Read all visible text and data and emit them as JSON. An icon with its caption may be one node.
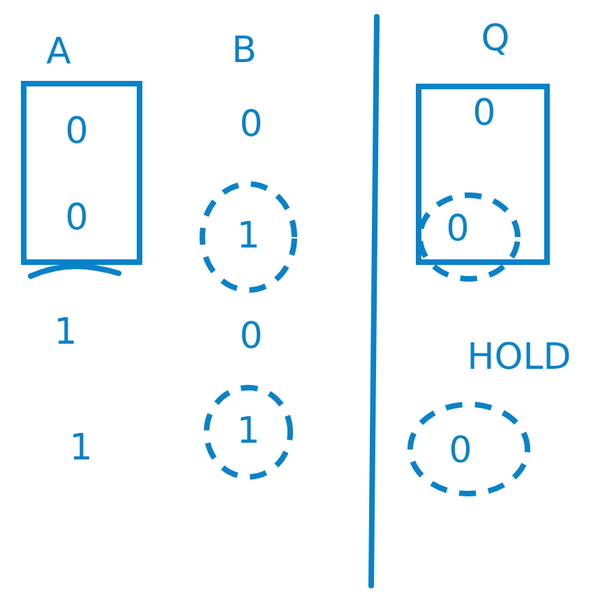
{
  "diagram": {
    "nodes": [
      {
        "text": [
          "A",
          "0",
          "0"
        ]
      },
      {
        "text": [
          "1"
        ]
      },
      {
        "text": [
          "1"
        ]
      },
      {
        "text": [
          "Q",
          "0"
        ]
      },
      {
        "text": [
          "0"
        ]
      },
      {
        "text": [
          "HOLD",
          "0"
        ]
      }
    ],
    "labels": [
      "B",
      "0",
      "1",
      "0",
      "1"
    ]
  }
}
